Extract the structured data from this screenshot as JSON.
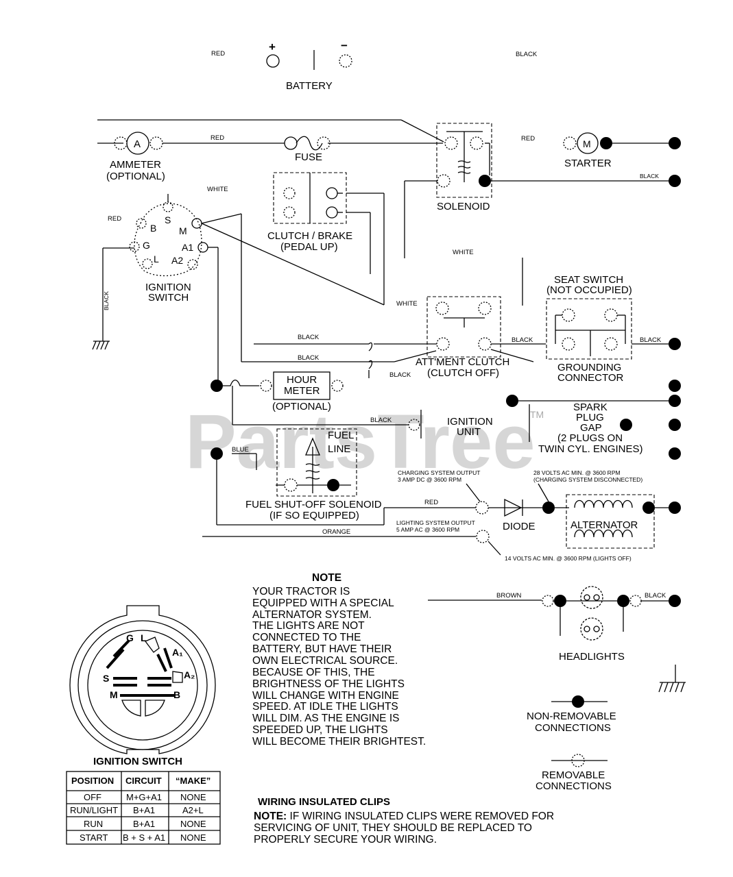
{
  "battery": {
    "label": "BATTERY",
    "plus": "+",
    "minus": "−",
    "wire_red": "RED",
    "wire_black": "BLACK"
  },
  "ammeter": {
    "symbol": "A",
    "label1": "AMMETER",
    "label2": "(OPTIONAL)"
  },
  "fuse": {
    "label": "FUSE"
  },
  "solenoid": {
    "label": "SOLENOID"
  },
  "starter": {
    "symbol": "M",
    "label": "STARTER"
  },
  "clutch_brake": {
    "label1": "CLUTCH / BRAKE",
    "label2": "(PEDAL UP)"
  },
  "ignition_switch_sym": {
    "label1": "IGNITION",
    "label2": "SWITCH",
    "terminals": {
      "s": "S",
      "b": "B",
      "m": "M",
      "g": "G",
      "a1": "A1",
      "l": "L",
      "a2": "A2"
    }
  },
  "seat_switch": {
    "label1": "SEAT SWITCH",
    "label2": "(NOT OCCUPIED)"
  },
  "grounding": {
    "label1": "GROUNDING",
    "label2": "CONNECTOR"
  },
  "attachment_clutch": {
    "label1": "ATT'MENT CLUTCH",
    "label2": "(CLUTCH OFF)"
  },
  "hour_meter": {
    "label1": "HOUR",
    "label2": "METER",
    "label3": "(OPTIONAL)"
  },
  "ignition_unit": {
    "label1": "IGNITION",
    "label2": "UNIT"
  },
  "spark_plug": {
    "l1": "SPARK",
    "l2": "PLUG",
    "l3": "GAP",
    "l4": "(2 PLUGS ON",
    "l5": "TWIN CYL. ENGINES)"
  },
  "trademark": "TM",
  "fuel_line": {
    "l1": "FUEL",
    "l2": "LINE"
  },
  "fuel_solenoid": {
    "label1": "FUEL SHUT-OFF SOLENOID",
    "label2": "(IF SO EQUIPPED)"
  },
  "charging": {
    "l1": "CHARGING SYSTEM OUTPUT",
    "l2": "3 AMP DC @ 3600 RPM"
  },
  "volts28": {
    "l1": "28 VOLTS AC MIN. @ 3600 RPM",
    "l2": "(CHARGING SYSTEM DISCONNECTED)"
  },
  "diode": {
    "label": "DIODE"
  },
  "alternator": {
    "label": "ALTERNATOR"
  },
  "lighting": {
    "l1": "LIGHTING SYSTEM OUTPUT",
    "l2": "5 AMP AC @ 3600 RPM"
  },
  "volts14": "14 VOLTS AC MIN. @ 3600 RPM (LIGHTS OFF)",
  "wires": {
    "red": "RED",
    "white": "WHITE",
    "black": "BLACK",
    "blue": "BLUE",
    "orange": "ORANGE",
    "brown": "BROWN"
  },
  "watermark": "PartsTree",
  "note": {
    "title": "NOTE",
    "lines": [
      "YOUR TRACTOR IS",
      "EQUIPPED WITH A SPECIAL",
      "ALTERNATOR SYSTEM.",
      "THE LIGHTS ARE NOT",
      "CONNECTED TO THE",
      "BATTERY, BUT HAVE THEIR",
      "OWN ELECTRICAL SOURCE.",
      "BECAUSE OF THIS, THE",
      "BRIGHTNESS OF THE LIGHTS",
      "WILL CHANGE WITH ENGINE",
      "SPEED.  AT IDLE THE LIGHTS",
      "WILL DIM.  AS THE ENGINE IS",
      "SPEEDED UP, THE LIGHTS",
      "WILL BECOME THEIR BRIGHTEST."
    ]
  },
  "headlights": {
    "label": "HEADLIGHTS"
  },
  "legend": {
    "nonremovable1": "NON-REMOVABLE",
    "nonremovable2": "CONNECTIONS",
    "removable1": "REMOVABLE",
    "removable2": "CONNECTIONS"
  },
  "ignition_switch_table": {
    "title": "IGNITION SWITCH",
    "headers": [
      "POSITION",
      "CIRCUIT",
      "“MAKE”"
    ],
    "rows": [
      [
        "OFF",
        "M+G+A1",
        "NONE"
      ],
      [
        "RUN/LIGHT",
        "B+A1",
        "A2+L"
      ],
      [
        "RUN",
        "B+A1",
        "NONE"
      ],
      [
        "START",
        "B + S + A1",
        "NONE"
      ]
    ],
    "face_labels": {
      "g": "G",
      "l": "L",
      "a1": "A₁",
      "s": "S",
      "a2": "A₂",
      "m": "M",
      "b": "B"
    }
  },
  "clips": {
    "title": "WIRING INSULATED CLIPS",
    "note_label": "NOTE:",
    "line1": " IF WIRING INSULATED CLIPS WERE REMOVED FOR",
    "line2": "SERVICING OF UNIT, THEY SHOULD BE REPLACED TO",
    "line3": "PROPERLY SECURE YOUR WIRING."
  }
}
